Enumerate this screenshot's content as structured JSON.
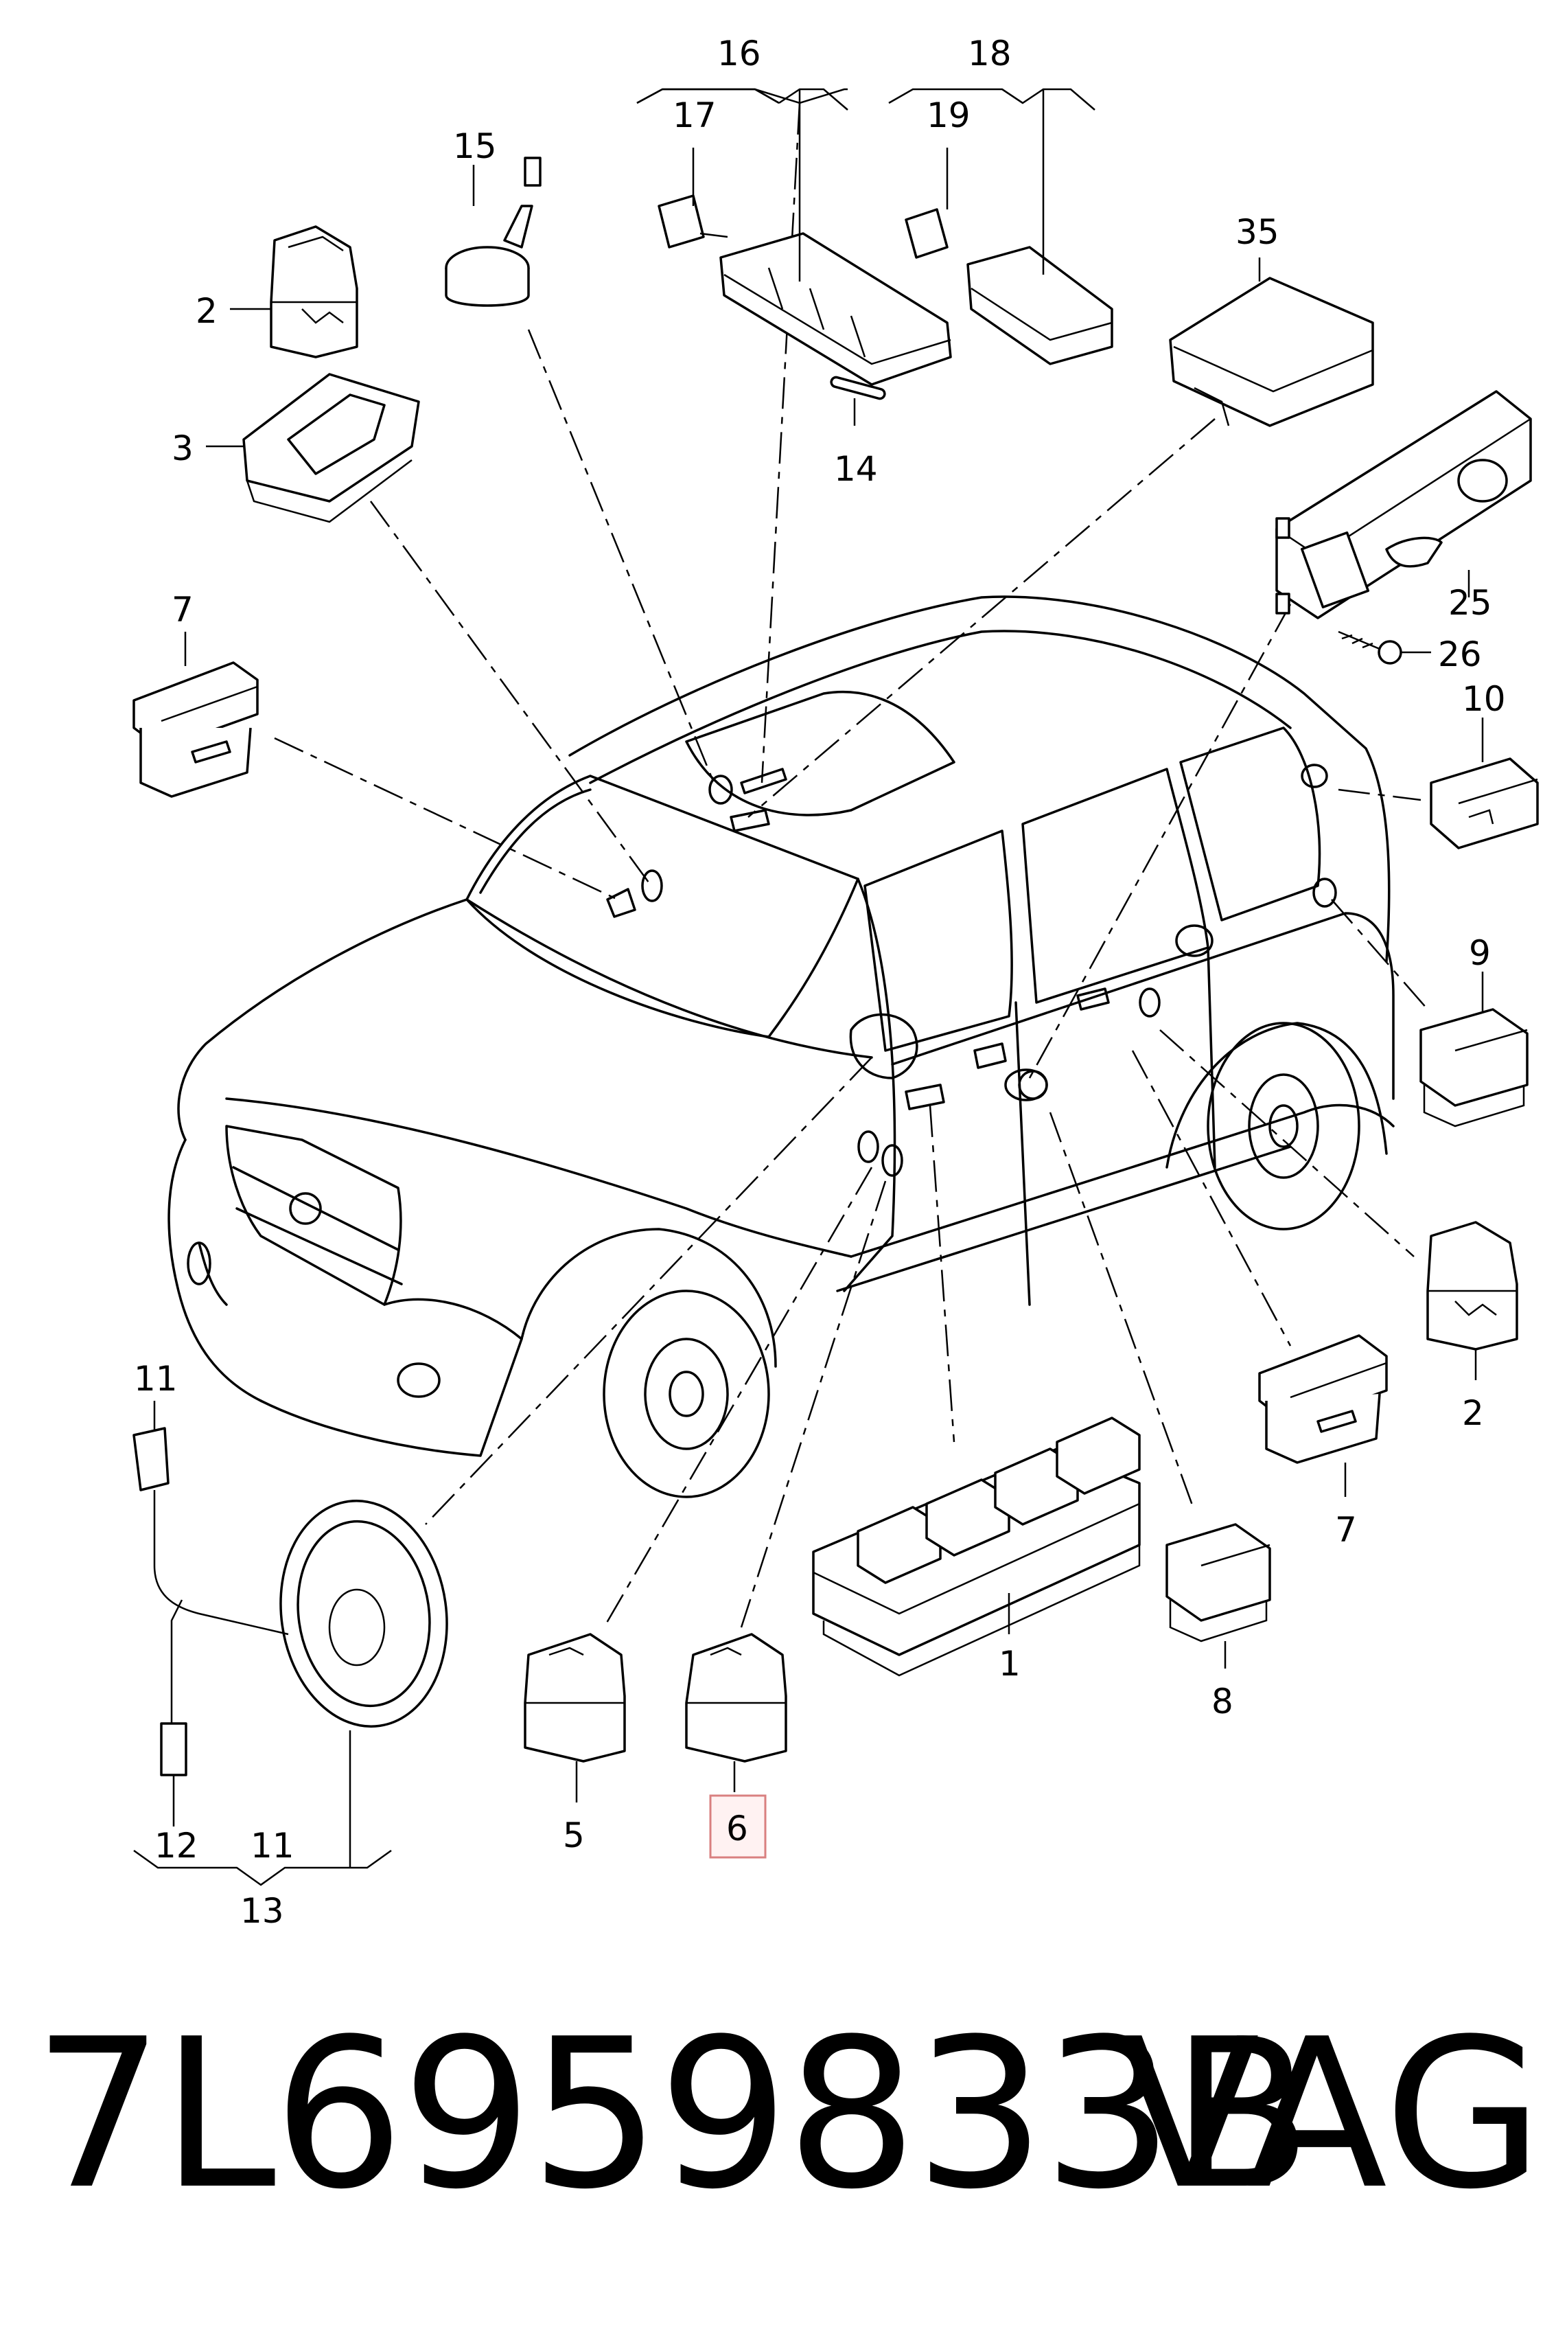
{
  "callouts": {
    "c1": "1",
    "c2a": "2",
    "c2b": "2",
    "c3": "3",
    "c5": "5",
    "c6": "6",
    "c7a": "7",
    "c7b": "7",
    "c8": "8",
    "c9": "9",
    "c10": "10",
    "c11a": "11",
    "c11b": "11",
    "c12": "12",
    "c13": "13",
    "c14": "14",
    "c15": "15",
    "c16": "16",
    "c17": "17",
    "c18": "18",
    "c19": "19",
    "c25": "25",
    "c26": "26",
    "c35": "35"
  },
  "highlighted_callout": "6",
  "colors": {
    "line": "#000000",
    "highlight_border": "#d98080",
    "highlight_fill": "#fff2f2"
  },
  "footer": {
    "part_number": "7L6959833B",
    "brand": "VAG"
  }
}
